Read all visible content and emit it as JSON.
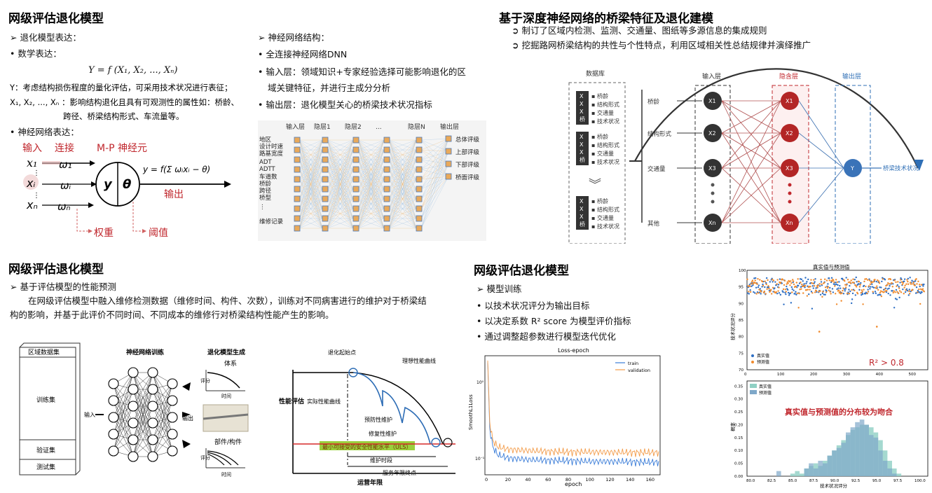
{
  "s1": {
    "title": "网级评估退化模型",
    "l1": "➢ 退化模型表达：",
    "l2": "• 数学表达：",
    "formula": "Y = f (X₁, X₂, ..., Xₙ)",
    "y_desc": "Y：考虑结构损伤程度的量化评估，可采用技术状况进行表征；",
    "x_desc1": "X₁, X₂, ..., Xₙ ：影响结构退化且具有可观测性的属性如：桥龄、",
    "x_desc2": "跨径、桥梁结构形式、车流量等。",
    "l3": "• 神经网络表达：",
    "input_lbl": "输入",
    "connect_lbl": "连接",
    "mp_lbl": "M-P 神经元",
    "output_lbl": "输出",
    "weight_lbl": "权重",
    "threshold_lbl": "阈值",
    "x1": "x₁",
    "xi": "xᵢ",
    "xn": "xₙ",
    "w1": "ω₁",
    "wi": "ωᵢ",
    "wn": "ωₙ",
    "neuron_y": "y",
    "neuron_theta": "θ",
    "neuron_formula": "y = f(Σ ωᵢxᵢ − θ)"
  },
  "s2": {
    "l1": "➢ 神经网络结构：",
    "l2": "• 全连接神经网络DNN",
    "l3": "• 输入层：领域知识+专家经验选择可能影响退化的区",
    "l3b": "域关键特征，并进行主成分分析",
    "l4": "• 输出层：退化模型关心的桥梁技术状况指标",
    "layers": [
      "输入层",
      "隐层1",
      "隐层2",
      "...",
      "隐层N",
      "输出层"
    ],
    "inputs": [
      "地区",
      "设计时速",
      "路基宽度",
      "ADT",
      "ADTT",
      "车道数",
      "桥龄",
      "跨径",
      "桥型",
      "⋮",
      "维修记录"
    ],
    "outputs": [
      "总体评级",
      "上部评级",
      "下部评级",
      "桥面评级"
    ]
  },
  "s3": {
    "title": "基于深度神经网络的桥梁特征及退化建模",
    "b1": "➲ 制订了区域内检测、监测、交通量、图纸等多源信息的集成规则",
    "b2": "➲ 挖掘路网桥梁结构的共性与个性特点，利用区域相关性总结规律并演绎推广",
    "db_lbl": "数据库",
    "in_lbl": "输入层",
    "hid_lbl": "隐含层",
    "out_lbl": "输出层",
    "db_items": [
      "桥龄",
      "结构形式",
      "交通量",
      "技术状况"
    ],
    "db_code": "X X X 桥",
    "feat": [
      "桥龄",
      "结构形式",
      "交通量",
      "其他"
    ],
    "nodes_in": [
      "X1",
      "X2",
      "X3",
      "Xn"
    ],
    "nodes_hid": [
      "X1",
      "X2",
      "X3",
      "Xn"
    ],
    "node_out": "Y",
    "out_text": "桥梁技术状况"
  },
  "s4": {
    "title": "网级评估退化模型",
    "l1": "➢ 基于评估模型的性能预测",
    "p1": "在网级评估模型中融入维修检测数据（维修时间、构件、次数），训练对不同病害进行的维护对于桥梁结",
    "p2": "构的影响，并基于此评价不同时间、不同成本的维修行对桥梁结构性能产生的影响。",
    "ds": [
      "区域数据集",
      "训练集",
      "验证集",
      "测试集"
    ],
    "nn_train": "神经网络训练",
    "gen": "退化模型生成",
    "sys": "体系",
    "comp": "部件/构件",
    "in_lbl": "输入",
    "out_lbl": "输出",
    "time": "时间",
    "score": "评分",
    "perf_y": "性能评估",
    "perf_x": "运营年限",
    "start": "退化起始点",
    "ideal": "理想性能曲线",
    "actual": "实际性能曲线",
    "prev": "预防性维护",
    "repair": "修复性维护",
    "min": "最小可接受的安全性能水平（ULS）",
    "period": "维护时段",
    "end": "服务年限终点"
  },
  "s5": {
    "title": "网级评估退化模型",
    "l1": "➢ 模型训练",
    "l2": "• 以技术状况评分为输出目标",
    "l3": "• 以决定系数 R² score 为模型评价指标",
    "l4": "• 通过调整超参数进行模型迭代优化"
  },
  "chart_data": [
    {
      "type": "line",
      "title": "Loss-epoch",
      "xlabel": "epoch",
      "ylabel": "SmoothL1Loss",
      "xlim": [
        0,
        170
      ],
      "x_ticks": [
        "0",
        "20",
        "40",
        "60",
        "80",
        "100",
        "120",
        "140",
        "160"
      ],
      "y_ticks": [
        "10⁰",
        "10⁻¹"
      ],
      "series": [
        {
          "name": "train",
          "color": "#3b7dd8",
          "x": [
            0,
            2,
            5,
            10,
            20,
            40,
            60,
            80,
            100,
            120,
            140,
            160,
            170
          ],
          "values": [
            1.8,
            0.25,
            0.14,
            0.11,
            0.1,
            0.095,
            0.093,
            0.092,
            0.09,
            0.09,
            0.089,
            0.088,
            0.088
          ]
        },
        {
          "name": "validation",
          "color": "#f39c4a",
          "x": [
            0,
            2,
            5,
            10,
            20,
            40,
            60,
            80,
            100,
            120,
            140,
            160,
            170
          ],
          "values": [
            1.9,
            0.3,
            0.17,
            0.14,
            0.13,
            0.125,
            0.122,
            0.12,
            0.12,
            0.119,
            0.118,
            0.118,
            0.118
          ]
        }
      ]
    },
    {
      "type": "scatter",
      "title": "真实值与预测值",
      "ylabel": "技术状况评分",
      "xlim": [
        0,
        550
      ],
      "ylim": [
        70,
        100
      ],
      "x_ticks": [
        "0",
        "100",
        "200",
        "300",
        "400",
        "500"
      ],
      "y_ticks": [
        "70",
        "75",
        "80",
        "85",
        "90",
        "95",
        "100"
      ],
      "annotation": "R² > 0.8",
      "series": [
        {
          "name": "真实值",
          "color": "#2e6fc4"
        },
        {
          "name": "预测值",
          "color": "#f08a2c"
        }
      ]
    },
    {
      "type": "bar",
      "title": "",
      "xlabel": "技术状况评分",
      "ylabel": "概率",
      "annotation": "真实值与预测值的分布较为吻合",
      "x_ticks": [
        "80.0",
        "82.5",
        "85.0",
        "87.5",
        "90.0",
        "92.5",
        "95.0",
        "97.5",
        "100.0"
      ],
      "y_ticks": [
        "0.00",
        "0.05",
        "0.10",
        "0.15",
        "0.20",
        "0.25",
        "0.30",
        "0.35"
      ],
      "series": [
        {
          "name": "真实值",
          "color": "#8fd0c4"
        },
        {
          "name": "预测值",
          "color": "#7fa8c9"
        }
      ]
    }
  ]
}
